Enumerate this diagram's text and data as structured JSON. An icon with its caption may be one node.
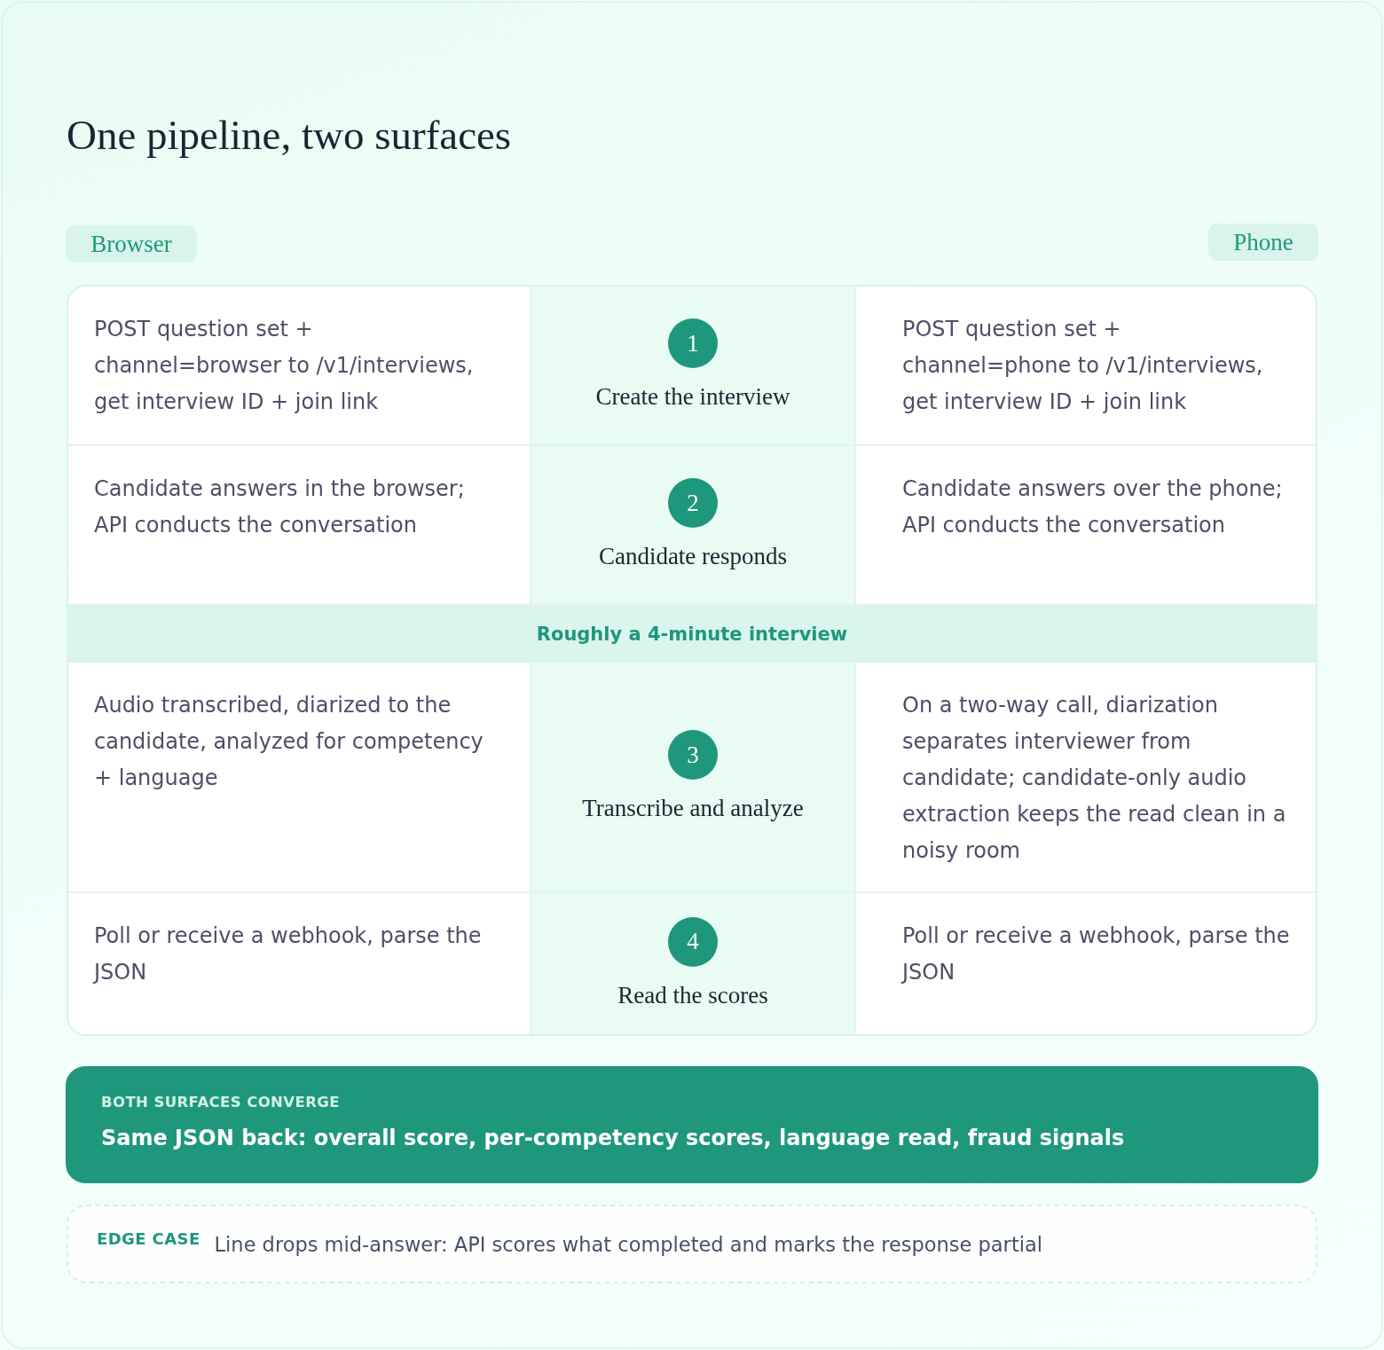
{
  "diagram": {
    "title": "One pipeline, two surfaces",
    "nodes": [
      {
        "text": [
          "Browser"
        ]
      },
      {
        "text": [
          "Phone"
        ]
      },
      {
        "text": [
          "POST question set + channel=browser to /v1/interviews, get interview ID + join link"
        ]
      },
      {
        "text": [
          "Create the interview"
        ]
      },
      {
        "text": [
          "1"
        ],
        "in": 3
      },
      {
        "text": [
          "POST question set + channel=phone to /v1/interviews, get interview ID + join link"
        ]
      },
      {
        "text": [
          "Candidate answers in the browser; API conducts the conversation"
        ]
      },
      {
        "text": [
          "Candidate responds"
        ]
      },
      {
        "text": [
          "2"
        ],
        "in": 7
      },
      {
        "text": [
          "Candidate answers over the phone; API conducts the conversation"
        ]
      },
      {
        "text": [
          "Roughly a 4-minute interview"
        ]
      },
      {
        "text": [
          "Audio transcribed, diarized to the candidate, analyzed for competency + language"
        ]
      },
      {
        "text": [
          "Transcribe and analyze"
        ]
      },
      {
        "text": [
          "3"
        ],
        "in": 12
      },
      {
        "text": [
          "On a two-way call, diarization separates interviewer from candidate; candidate-only audio extraction keeps the read clean in a noisy room"
        ]
      },
      {
        "text": [
          "Poll or receive a webhook, parse the JSON"
        ]
      },
      {
        "text": [
          "Read the scores"
        ]
      },
      {
        "text": [
          "4"
        ],
        "in": 16
      },
      {
        "text": [
          "Poll or receive a webhook, parse the JSON"
        ]
      },
      {
        "text": [
          "BOTH SURFACES CONVERGE",
          "Same JSON back: overall score, per-competency scores, language read, fraud signals"
        ]
      },
      {
        "text": [
          "EDGE CASE",
          "Line drops mid-answer: API scores what completed and marks the response partial"
        ]
      }
    ]
  }
}
